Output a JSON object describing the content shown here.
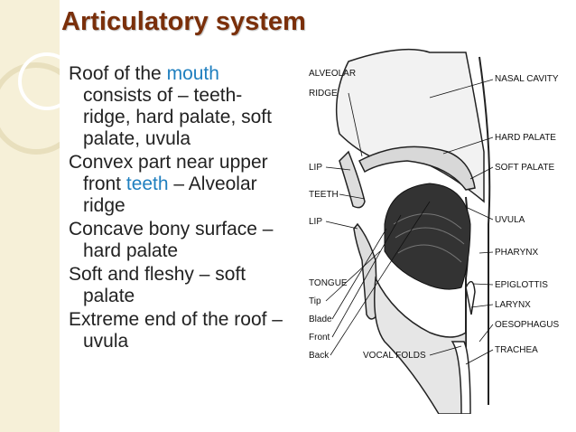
{
  "slide": {
    "title": "Articulatory system",
    "colors": {
      "title": "#7a2f0a",
      "highlight": "#1f7fbf",
      "text": "#222222",
      "band": "#f6f0d8"
    },
    "bullets": [
      {
        "pre": "Roof of the ",
        "hl": "mouth",
        "post": " consists of – teeth-ridge, hard palate, soft palate, uvula"
      },
      {
        "pre": "Convex part near upper front ",
        "hl": "teeth",
        "post": " – Alveolar ridge"
      },
      {
        "pre": "Concave bony surface – hard palate",
        "hl": "",
        "post": ""
      },
      {
        "pre": "Soft and fleshy – soft palate",
        "hl": "",
        "post": ""
      },
      {
        "pre": "Extreme end of the roof – uvula",
        "hl": "",
        "post": ""
      }
    ]
  },
  "diagram": {
    "labels": {
      "alveolar_ridge_1": "ALVEOLAR",
      "alveolar_ridge_2": "RIDGE",
      "nasal_cavity": "NASAL CAVITY",
      "hard_palate": "HARD PALATE",
      "lip_upper": "LIP",
      "soft_palate": "SOFT PALATE",
      "teeth": "TEETH",
      "lip_lower": "LIP",
      "uvula": "UVULA",
      "pharynx": "PHARYNX",
      "tongue": "TONGUE",
      "epiglottis": "EPIGLOTTIS",
      "tip": "Tip",
      "larynx": "LARYNX",
      "blade": "Blade",
      "oesophagus": "OESOPHAGUS",
      "front": "Front",
      "back": "Back",
      "vocal_folds": "VOCAL FOLDS",
      "trachea": "TRACHEA"
    }
  }
}
